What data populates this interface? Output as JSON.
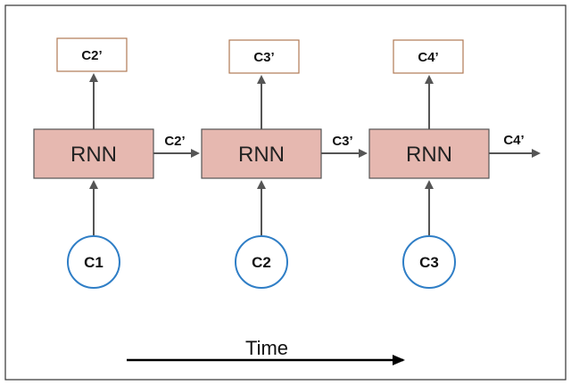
{
  "diagram": {
    "steps": [
      {
        "rnn_label": "RNN",
        "input": "C1",
        "output": "C2’",
        "hidden": "C2’"
      },
      {
        "rnn_label": "RNN",
        "input": "C2",
        "output": "C3’",
        "hidden": "C3’"
      },
      {
        "rnn_label": "RNN",
        "input": "C3",
        "output": "C4’",
        "hidden": "C4’"
      }
    ],
    "time_label": "Time"
  },
  "colors": {
    "rnn_fill": "#e6b8b0",
    "input_circle_stroke": "#2f7ec6",
    "output_box_stroke": "#b07a55",
    "arrow": "#555555"
  }
}
